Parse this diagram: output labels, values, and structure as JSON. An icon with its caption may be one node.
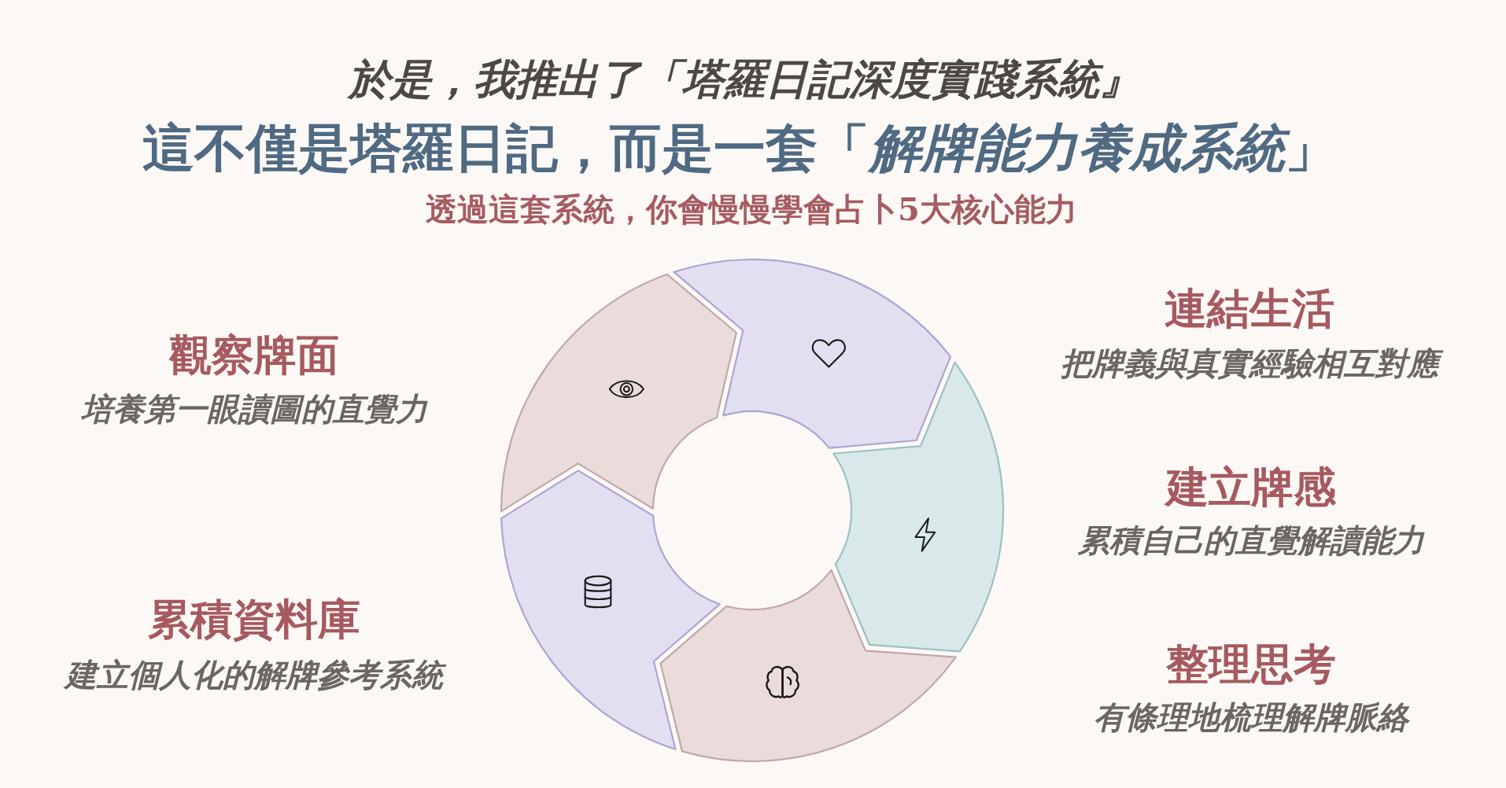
{
  "diagram": {
    "title": "這不僅是塔羅日記，而是一套「*解牌能力養成系統*」",
    "nodes": [
      {
        "text": [],
        "shape": "arrow",
        "beside": [
          "觀察牌面",
          "培養第一眼讀圖的直覺力"
        ]
      },
      {
        "text": [],
        "shape": "arrow",
        "beside": [
          "連結生活",
          "把牌義與真實經驗相互對應"
        ]
      },
      {
        "text": [],
        "shape": "arrow",
        "beside": [
          "建立牌感",
          "累積自己的直覺解讀能力"
        ]
      },
      {
        "text": [],
        "shape": "arrow",
        "beside": [
          "整理思考",
          "有條理地梳理解牌脈絡"
        ]
      },
      {
        "text": [],
        "shape": "arrow",
        "beside": [
          "累積資料庫",
          "建立個人化的解牌參考系統"
        ]
      }
    ],
    "labels": [
      "於是，我推出了「塔羅日記深度實踐系統』",
      "透過這套系統，你會慢慢學會占卜5大核心能力"
    ]
  }
}
